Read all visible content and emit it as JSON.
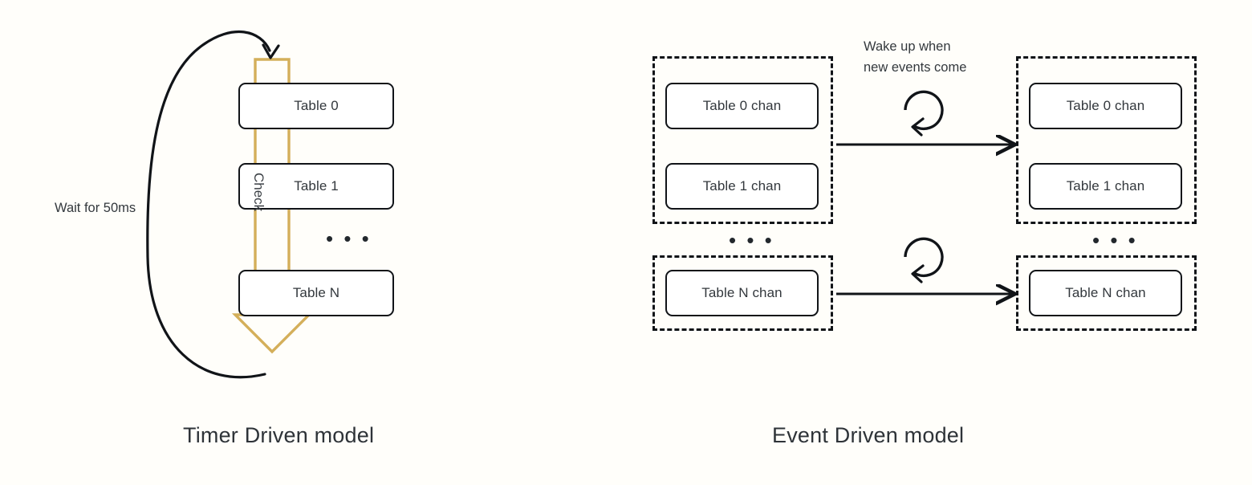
{
  "meta": {
    "background_color": "#fffefa",
    "stroke_color": "#111418",
    "accent_color": "#d4af5a",
    "text_color": "#33383d"
  },
  "captions": {
    "left": "Timer Driven model",
    "right": "Event Driven model"
  },
  "timer_model": {
    "wait_label": "Wait for 50ms",
    "check_label": "Check",
    "ellipsis": "• • •",
    "tables": [
      {
        "label": "Table 0"
      },
      {
        "label": "Table 1"
      },
      {
        "label": "Table N"
      }
    ],
    "loop_arrow_name": "wait-loop-arrow",
    "check_arrow_name": "check-down-arrow"
  },
  "event_model": {
    "wake_label_line1": "Wake up when",
    "wake_label_line2": "new events come",
    "ellipsis": "• • •",
    "left_group_top": {
      "tables": [
        {
          "label": "Table 0 chan"
        },
        {
          "label": "Table 1 chan"
        }
      ]
    },
    "left_group_bottom": {
      "tables": [
        {
          "label": "Table N chan"
        }
      ]
    },
    "right_group_top": {
      "tables": [
        {
          "label": "Table 0 chan"
        },
        {
          "label": "Table 1 chan"
        }
      ]
    },
    "right_group_bottom": {
      "tables": [
        {
          "label": "Table N chan"
        }
      ]
    },
    "arrows": [
      {
        "name": "event-arrow-top"
      },
      {
        "name": "event-arrow-bottom"
      }
    ],
    "loop_icons": [
      {
        "name": "refresh-loop-icon-top"
      },
      {
        "name": "refresh-loop-icon-bottom"
      }
    ]
  },
  "chart_data": {
    "type": "diagram",
    "title": "Timer Driven model vs Event Driven model",
    "panels": [
      {
        "name": "Timer Driven model",
        "nodes": [
          "Table 0",
          "Table 1",
          "...",
          "Table N"
        ],
        "edges": [
          {
            "label": "Check",
            "from": "top",
            "to": "bottom",
            "style": "thick-down-arrow",
            "color": "#d4af5a"
          },
          {
            "label": "Wait for 50ms",
            "from": "bottom",
            "to": "top",
            "style": "curved-loop",
            "color": "#111418"
          }
        ]
      },
      {
        "name": "Event Driven model",
        "nodes": [
          "Table 0 chan",
          "Table 1 chan",
          "...",
          "Table N chan",
          "Table 0 chan",
          "Table 1 chan",
          "...",
          "Table N chan"
        ],
        "edges": [
          {
            "label": "Wake up when new events come",
            "from": "left-group-top",
            "to": "right-group-top",
            "style": "straight-arrow"
          },
          {
            "label": "",
            "from": "left-group-bottom",
            "to": "right-group-bottom",
            "style": "straight-arrow"
          }
        ]
      }
    ]
  }
}
